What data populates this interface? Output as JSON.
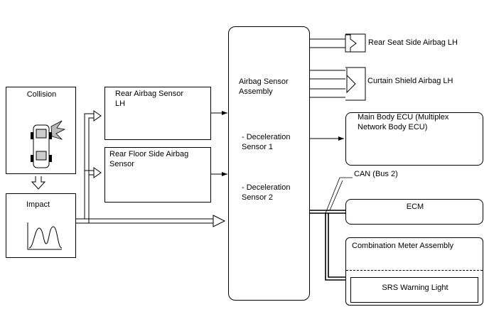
{
  "blocks": {
    "collision": "Collision",
    "impact": "Impact",
    "rear_airbag_sensor": "Rear Airbag Sensor\nLH",
    "rear_floor_sensor": "Rear Floor Side Airbag\nSensor",
    "assembly_title": "Airbag Sensor\nAssembly",
    "decel_sensor_1": "- Deceleration\nSensor 1",
    "decel_sensor_2": "- Deceleration\nSensor 2",
    "rear_seat_airbag": "Rear Seat Side Airbag LH",
    "curtain_airbag": "Curtain Shield Airbag LH",
    "main_body_ecu": "Main Body ECU (Multiplex\nNetwork Body ECU)",
    "can_bus": "CAN (Bus 2)",
    "ecm": "ECM",
    "combination_meter": "Combination Meter Assembly",
    "srs_warning_light": "SRS Warning Light"
  }
}
